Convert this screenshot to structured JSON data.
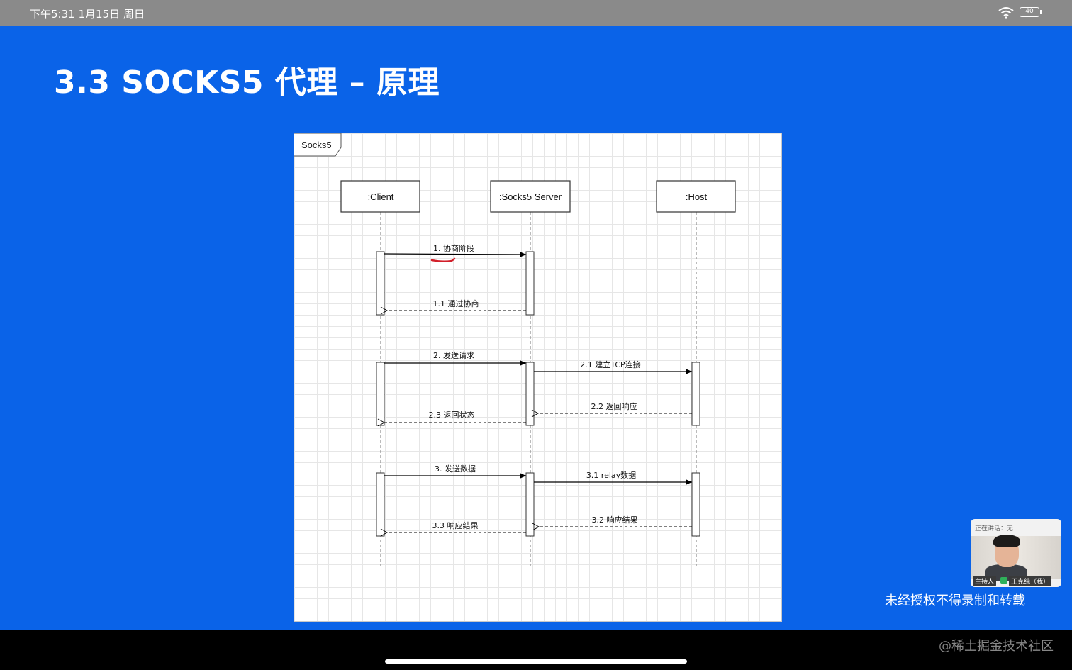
{
  "status_bar": {
    "time": "下午5:31  1月15日 周日",
    "battery": "40"
  },
  "slide": {
    "title": "3.3 SOCKS5 代理 – 原理",
    "watermark": "未经授权不得录制和转载"
  },
  "diagram": {
    "frame_label": "Socks5",
    "participants": [
      ":Client",
      ":Socks5 Server",
      ":Host"
    ],
    "messages": [
      "1. 协商阶段",
      "1.1 通过协商",
      "2. 发送请求",
      "2.1 建立TCP连接",
      "2.2 返回响应",
      "2.3 返回状态",
      "3. 发送数据",
      "3.1 relay数据",
      "3.2 响应结果",
      "3.3 响应结果"
    ]
  },
  "video_tile": {
    "speaking": "正在讲话：无",
    "host_badge": "主持人",
    "name": "王克纯（我）"
  },
  "footer": {
    "site_watermark": "@稀土掘金技术社区"
  }
}
